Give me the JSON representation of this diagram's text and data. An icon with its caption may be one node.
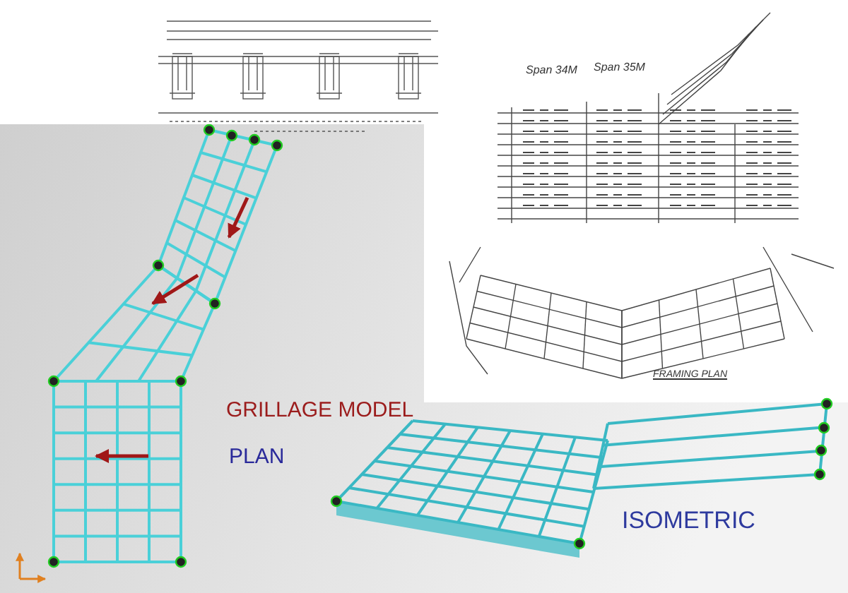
{
  "diagram": {
    "labels": [
      "Span 34M",
      "Span 35M",
      "FRAMING PLAN",
      "GRILLAGE MODEL",
      "PLAN",
      "ISOMETRIC"
    ]
  }
}
